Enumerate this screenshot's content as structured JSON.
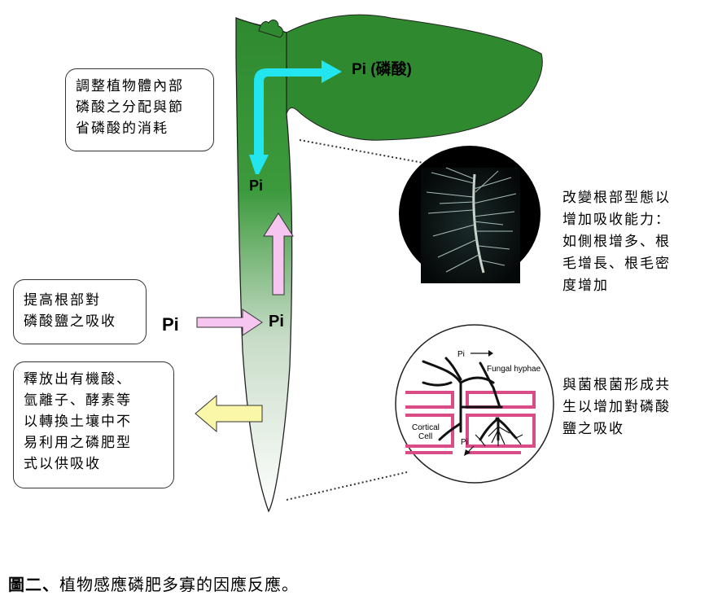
{
  "boxes": {
    "distribution": [
      "調整植物體內部",
      "磷酸之分配與節",
      "省磷酸的消耗"
    ],
    "uptake": [
      "提高根部對",
      "磷酸鹽之吸收"
    ],
    "release": [
      "釋放出有機酸、",
      "氫離子、酵素等",
      "以轉換土壤中不",
      "易利用之磷肥型",
      "式以供吸收"
    ]
  },
  "notes": {
    "morphology": [
      "改變根部型態以",
      "增加吸收能力：",
      "如側根增多、根",
      "毛增長、根毛密",
      "度增加"
    ],
    "mycorrhiza": [
      "與菌根菌形成共",
      "生以增加對磷酸",
      "鹽之吸收"
    ]
  },
  "pi_labels": {
    "leaf": "Pi (磷酸)",
    "stem": "Pi",
    "root_inside": "Pi",
    "soil": "Pi"
  },
  "micro_labels": {
    "pi": "Pi",
    "hyphae": "Fungal hyphae",
    "cortical": "Cortical",
    "cell": "Cell",
    "pi2": "Pi"
  },
  "caption": {
    "label": "圖二、",
    "text": "植物感應磷肥多寡的因應反應。"
  },
  "colors": {
    "plant_dark": "#2e7d2e",
    "plant_light": "#ffffff",
    "cyan_arrow": "#22e5f0",
    "pink_arrow": "#f6c6f0",
    "yellow_arrow": "#fbf7a8",
    "cell_wall": "#d94c88"
  }
}
